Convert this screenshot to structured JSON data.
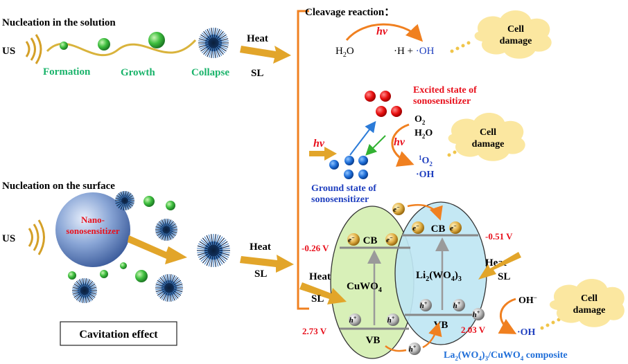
{
  "top_section": {
    "title": "Nucleation in the solution",
    "us_label": "US",
    "formation": "Formation",
    "growth": "Growth",
    "collapse": "Collapse",
    "heat": "Heat",
    "sl": "SL"
  },
  "bottom_section": {
    "title": "Nucleation on the surface",
    "us_label": "US",
    "nano_line1": "Nano-",
    "nano_line2": "sonosensitizer",
    "heat": "Heat",
    "sl": "SL",
    "cavitation": "Cavitation effect"
  },
  "cleavage": {
    "title": "Cleavage reaction：",
    "hv": "hv",
    "h2o": "H",
    "h2o_sub": "2",
    "h2o_tail": "O",
    "h_dot": "·H + ",
    "oh_dot": "·OH",
    "cell1": "Cell",
    "cell2": "damage"
  },
  "sonosensitizer": {
    "excited1": "Excited state of",
    "excited2": "sonosensitizer",
    "ground1": "Ground state of",
    "ground2": "sonosensitizer",
    "hv_left": "hv",
    "hv_right": "hv",
    "o2": "O",
    "o2_sub": "2",
    "h2o": "H",
    "h2o_sub": "2",
    "h2o_tail": "O",
    "singlet_sup": "1",
    "singlet": "O",
    "singlet_sub": "2",
    "oh": "·OH",
    "cell1": "Cell",
    "cell2": "damage"
  },
  "composite": {
    "cuwo4": "CuWO",
    "cuwo4_sub": "4",
    "li_part1": "Li",
    "li_sub1": "2",
    "li_part2": "(WO",
    "li_sub2": "4",
    "li_part3": ")",
    "li_sub3": "3",
    "cb": "CB",
    "vb": "VB",
    "e": "e",
    "e_sup": "−",
    "h": "h",
    "h_sup": "+",
    "v_left_cb": "-0.26 V",
    "v_right_cb": "-0.51 V",
    "v_left_vb": "2.73 V",
    "v_right_vb": "2.03 V",
    "heat_left": "Heat",
    "sl_left": "SL",
    "heat_right": "Heat",
    "sl_right": "SL",
    "oh_minus": "OH",
    "oh_minus_sup": "−",
    "oh_radical": "·OH",
    "cell1": "Cell",
    "cell2": "damage",
    "caption_a": "La",
    "caption_sub1": "2",
    "caption_b": "(WO",
    "caption_sub2": "4",
    "caption_c": ")",
    "caption_sub3": "3",
    "caption_d": "/CuWO",
    "caption_sub4": "4",
    "caption_e": " composite"
  },
  "colors": {
    "green_text": "#19b36a",
    "red_text": "#e8101c",
    "blue_text": "#1f3fbf",
    "orange": "#f08020",
    "gold_arrow": "#e2a52a",
    "cloud": "#fbe7a0",
    "left_ellipse": "#d8f0b8",
    "right_ellipse": "#bfe6f3",
    "nano_sphere": "#8aa6d6"
  }
}
